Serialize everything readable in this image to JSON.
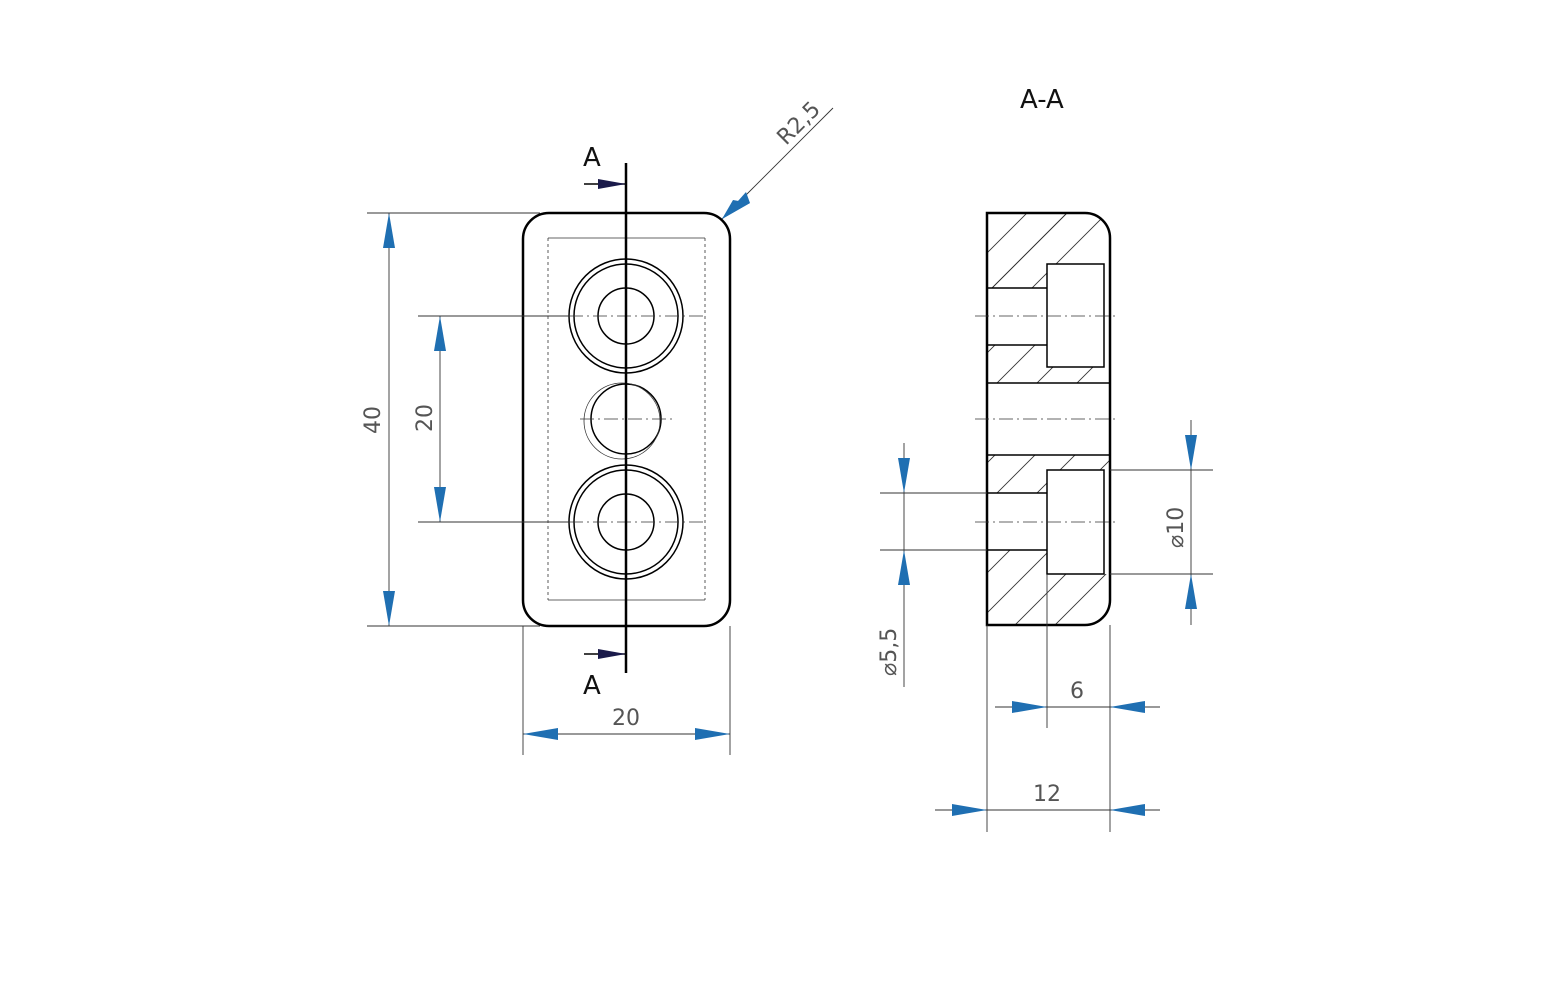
{
  "front_view": {
    "section_marker_top": "A",
    "section_marker_bottom": "A",
    "radius_label": "R2,5",
    "height_label": "40",
    "hole_spacing_label": "20",
    "width_label": "20"
  },
  "section_view": {
    "title": "A-A",
    "counterbore_diameter_label": "⌀10",
    "hole_diameter_label": "⌀5,5",
    "counterbore_depth_label": "6",
    "thickness_label": "12"
  },
  "colors": {
    "outline": "#000000",
    "dimension_line": "#333333",
    "arrow": "#1f6fb2",
    "dimension_text": "#555555",
    "section_arrow": "#1a1a4a"
  }
}
